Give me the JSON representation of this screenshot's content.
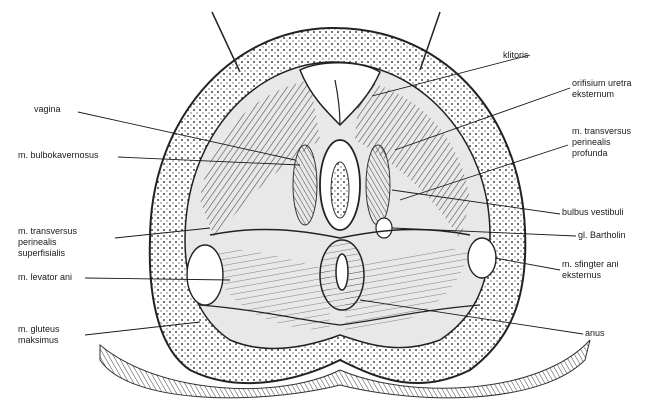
{
  "labels": {
    "klitoris": "klitoris",
    "orifisium": "orifisium uretra\neksternum",
    "vagina": "vagina",
    "bulbokavernosus": "m. bulbokavernosus",
    "transversus_profunda": "m. transversus\nperinealis\nprofunda",
    "transversus_superfisialis": "m. transversus\nperinealis\nsuperfisialis",
    "bulbus_vestibuli": "bulbus vestibuli",
    "bartholin": "gl. Bartholin",
    "levator_ani": "m. levator ani",
    "sfingter": "m. sfingter ani\neksternus",
    "gluteus": "m. gluteus\nmaksimus",
    "anus": "anus"
  },
  "colors": {
    "ink": "#1a1a1a",
    "shade": "#6b6b6b",
    "light": "#c9c9c9",
    "paper": "#ffffff"
  }
}
